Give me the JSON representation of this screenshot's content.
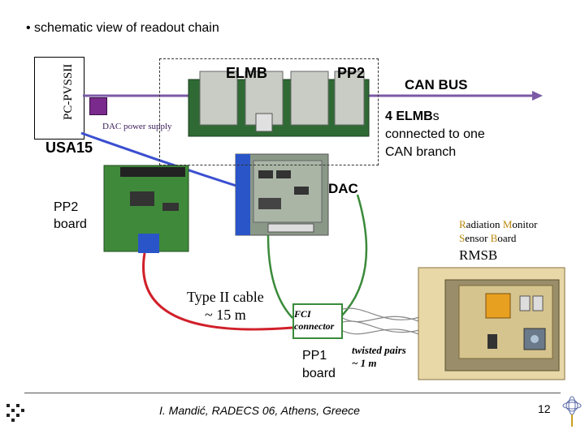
{
  "header": {
    "bullet_title": "• schematic view of readout chain"
  },
  "labels": {
    "pc_pvss": "PC-PVSSII",
    "usa15": "USA15",
    "dac_power_supply": "DAC power supply",
    "elmb": "ELMB",
    "pp2": "PP2",
    "can_bus": "CAN BUS",
    "elmbs_note_line1_bold": "4 ELMB",
    "elmbs_note_line1_rest": "s",
    "elmbs_note_line2": "connected to one",
    "elmbs_note_line3": "CAN branch",
    "dac": "DAC",
    "pp2_board_line1": "PP2",
    "pp2_board_line2": "board",
    "rm_line1_a": "R",
    "rm_line1_b": "adiation ",
    "rm_line1_c": "M",
    "rm_line1_d": "onitor",
    "rm_line2_a": "S",
    "rm_line2_b": "ensor ",
    "rm_line2_c": "B",
    "rm_line2_d": "oard",
    "rmsb": "RMSB",
    "cable_line1": "Type II cable",
    "cable_line2": "~ 15 m",
    "fci_line1": "FCI",
    "fci_line2": "connector",
    "pp1_line1": "PP1",
    "pp1_line2": "board",
    "twisted_line1": "twisted pairs",
    "twisted_line2": "~ 1 m"
  },
  "footer": {
    "text": "I. Mandić, RADECS 06, Athens, Greece",
    "page_number": "12"
  },
  "colors": {
    "can_line": "#7b5aa6",
    "blue_cable": "#3b4fd0",
    "red_cable": "#d0202a",
    "green_cable": "#3a8a3a",
    "pcb_green": "#3f7a3a",
    "board_gray": "#c8ccc4"
  }
}
